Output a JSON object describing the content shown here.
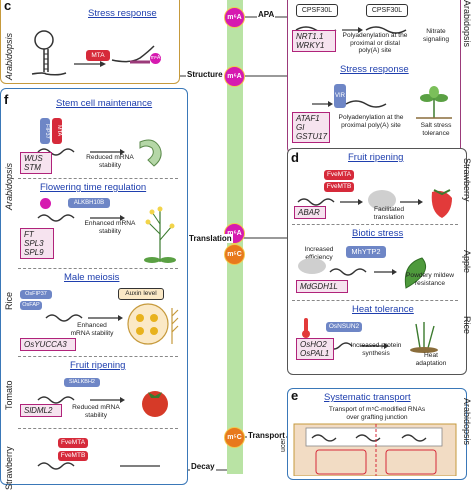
{
  "axis": {
    "apa": "APA",
    "structure": "Structure",
    "translation": "Translation",
    "transport": "Transport",
    "decay": "Decay"
  },
  "nodes": {
    "apa": "m⁶A",
    "structure": "m⁶A",
    "translation_a": "m⁶A",
    "translation_b": "m⁵C",
    "transport": "m⁵C"
  },
  "panel_c": {
    "letter": "c",
    "side": "Arabidopsis",
    "title": "Stress response",
    "enzyme": "MTA",
    "mark": "m⁶A"
  },
  "panel_apa": {
    "side": "Arabidopsis",
    "enzyme_a": "CPSF30L",
    "enzyme_b": "CPSF30L",
    "genes": [
      "NRT1.1",
      "WRKY1"
    ],
    "text": "Polyadenylation at the proximal or distal poly(A) site",
    "result": "Nitrate signaling",
    "title": "Stress response",
    "enzyme_c": "VIR",
    "genes2": [
      "ATAF1",
      "GI",
      "GSTU17"
    ],
    "text2": "Polyadenylation at the proximal poly(A) site",
    "result2": "Salt stress tolerance"
  },
  "panel_f": {
    "letter": "f",
    "side_arabidopsis": "Arabidopsis",
    "side_rice": "Rice",
    "side_tomato": "Tomato",
    "side_strawberry": "Strawberry",
    "stem": {
      "title": "Stem cell maintenance",
      "enzyme_a": "FIP37",
      "enzyme_b": "MTA",
      "genes": [
        "WUS",
        "STM"
      ],
      "text": "Reduced mRNA stability"
    },
    "flower": {
      "title": "Flowering time regulation",
      "enzyme": "ALKBH10B",
      "genes": [
        "FT",
        "SPL3",
        "SPL9"
      ],
      "text": "Enhanced mRNA stability"
    },
    "meiosis": {
      "title": "Male meiosis",
      "enzyme_a": "OsFIP37",
      "enzyme_b": "OsFAP",
      "gene": "OsYUCCA3",
      "text": "Enhanced mRNA stability",
      "auxin": "Auxin level"
    },
    "tomato": {
      "title": "Fruit ripening",
      "enzyme": "SlALKBH2",
      "gene": "SlDML2",
      "text": "Reduced mRNA stability"
    },
    "strawberry": {
      "enzyme_a": "FveMTA",
      "enzyme_b": "FveMTB"
    }
  },
  "panel_d": {
    "letter": "d",
    "side_strawberry": "Strawberry",
    "side_apple": "Apple",
    "side_rice": "Rice",
    "fruit": {
      "title": "Fruit ripening",
      "enzyme_a": "FveMTA",
      "enzyme_b": "FveMTB",
      "gene": "ABAR",
      "text": "Facilitated translation"
    },
    "biotic": {
      "title": "Biotic stress",
      "enzyme": "MhYTP2",
      "text_a": "Increased efficiency",
      "gene": "MdGDH1L",
      "text_b": "Powdery mildew resistance"
    },
    "heat": {
      "title": "Heat tolerance",
      "enzyme": "OsNSUN2",
      "genes": [
        "OsHO2",
        "OsPAL1"
      ],
      "text": "Increased protein synthesis",
      "result": "Heat adaptation"
    }
  },
  "panel_e": {
    "letter": "e",
    "side": "Arabidopsis",
    "title": "Systematic transport",
    "text": "Transport of m⁵C-modified RNAs over grafting junction",
    "fragment": "ucer"
  }
}
